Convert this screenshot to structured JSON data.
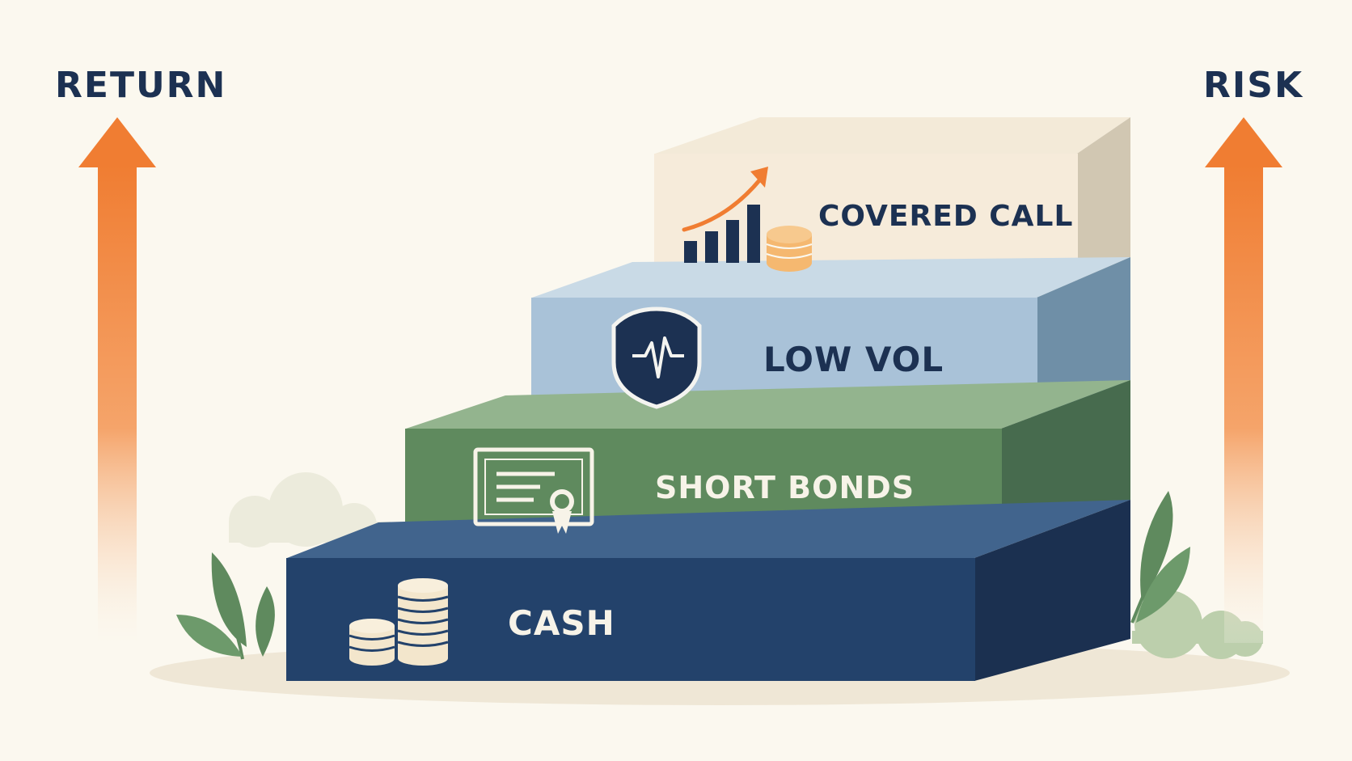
{
  "axes": {
    "left_label": "RETURN",
    "right_label": "RISK"
  },
  "tiers": [
    {
      "label": "CASH",
      "icon": "coin-stack-icon",
      "color": "#23426b"
    },
    {
      "label": "SHORT BONDS",
      "icon": "bond-certificate-icon",
      "color": "#5f8a5e"
    },
    {
      "label": "LOW VOL",
      "icon": "shield-pulse-icon",
      "color": "#a9c2d8"
    },
    {
      "label": "COVERED CALL",
      "icon": "growth-chart-icon",
      "color": "#f5e8d4"
    }
  ],
  "colors": {
    "background": "#fbf8ef",
    "arrow": "#f07d32",
    "navy": "#1c3152"
  }
}
